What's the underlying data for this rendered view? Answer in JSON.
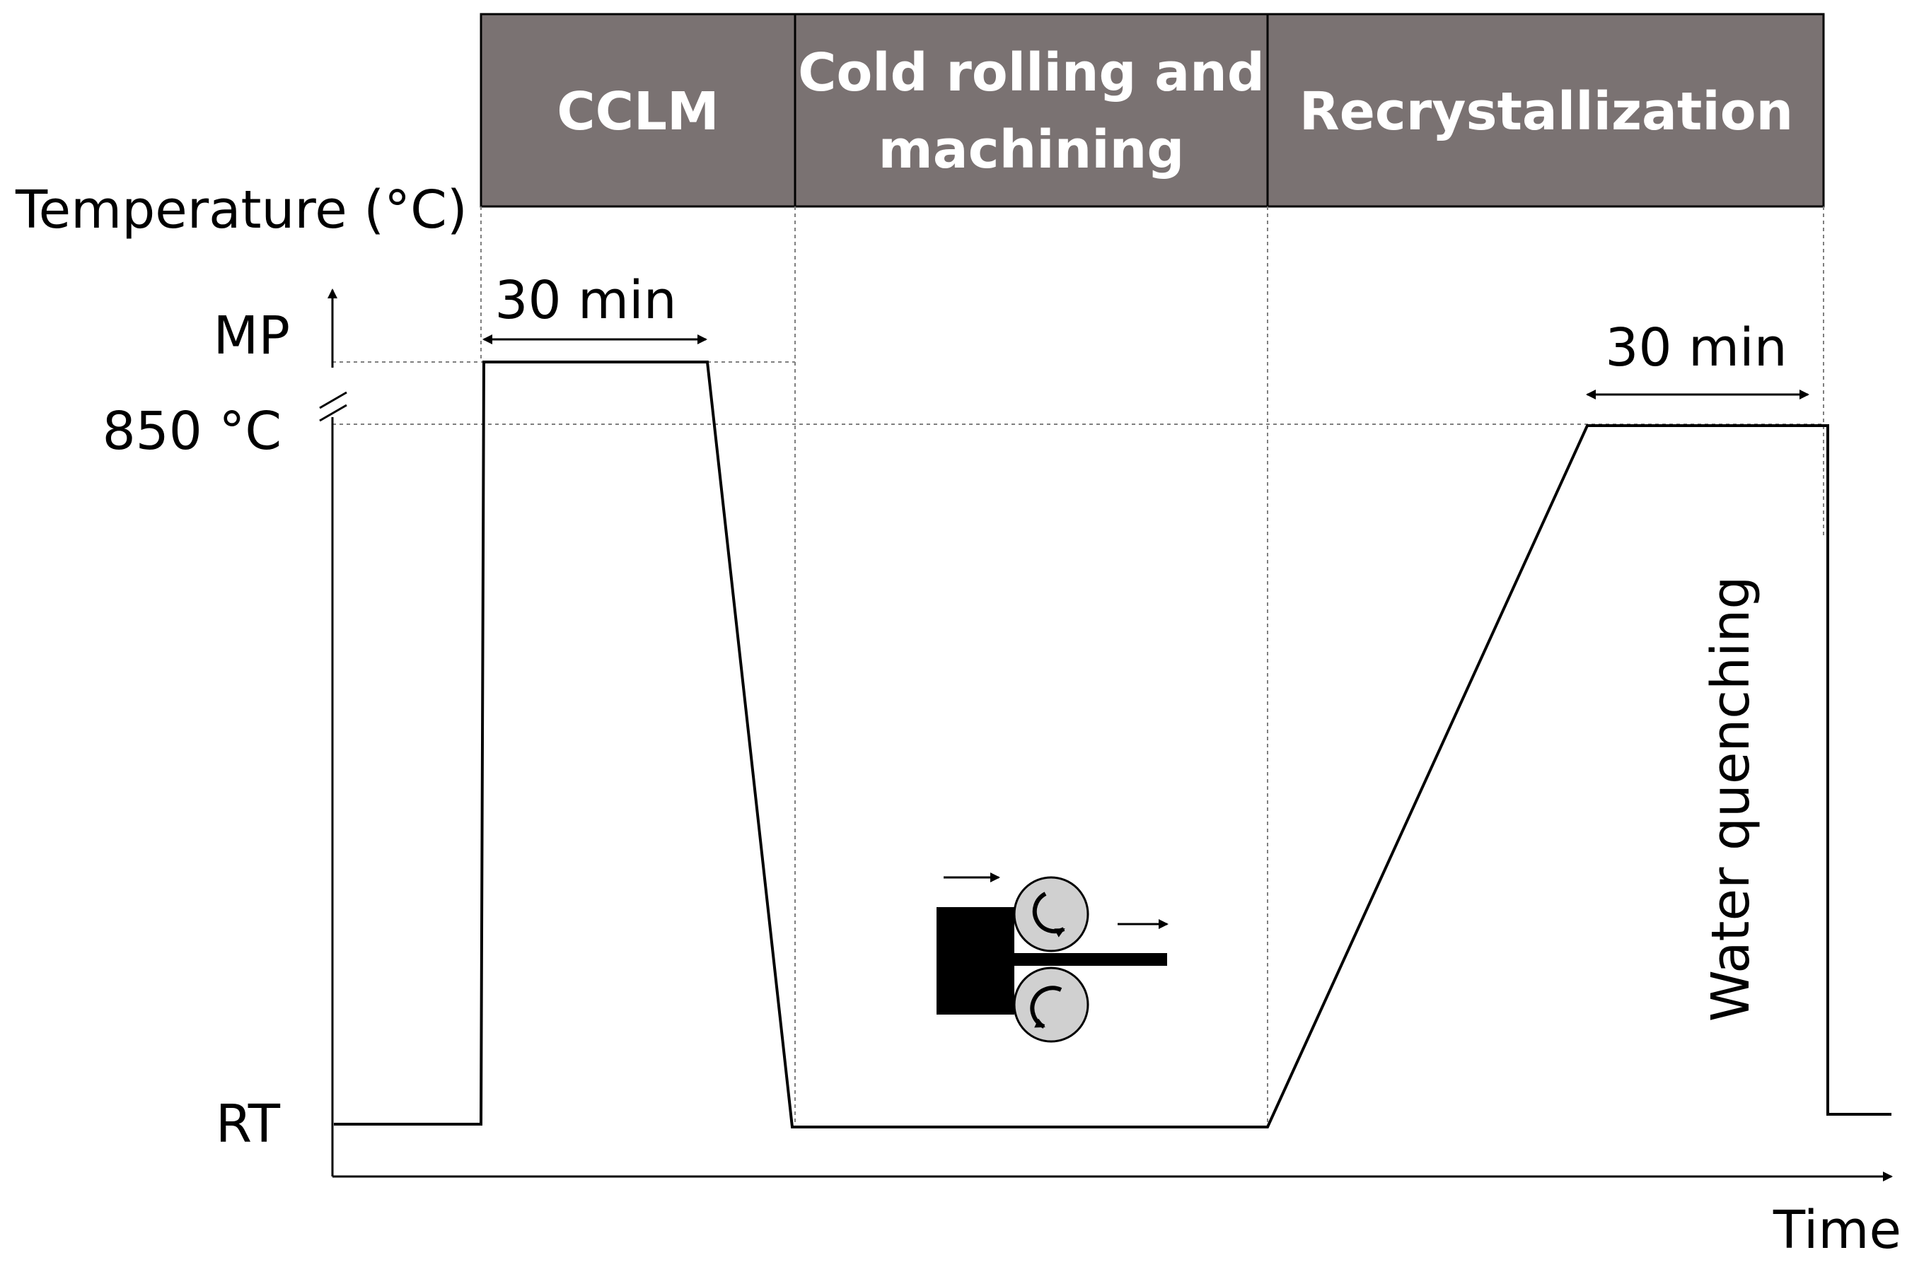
{
  "stages": [
    {
      "lines": [
        "CCLM"
      ]
    },
    {
      "lines": [
        "Cold rolling and",
        "machining"
      ]
    },
    {
      "lines": [
        "Recrystallization"
      ]
    }
  ],
  "y_axis": {
    "title": "Temperature (°C)",
    "mp_label": "MP",
    "temp_label": "850 °C",
    "rt_label": "RT"
  },
  "x_axis": {
    "title": "Time"
  },
  "annotations": {
    "hold_1": "30 min",
    "hold_2": "30 min",
    "quench": "Water quenching"
  },
  "colors": {
    "stage_fill": "#7a7272",
    "line": "#000000",
    "guide": "#7f7f7f",
    "roller_fill": "#d0d0d0"
  },
  "icons": {
    "rolling": "cold-rolling-mill-icon"
  }
}
